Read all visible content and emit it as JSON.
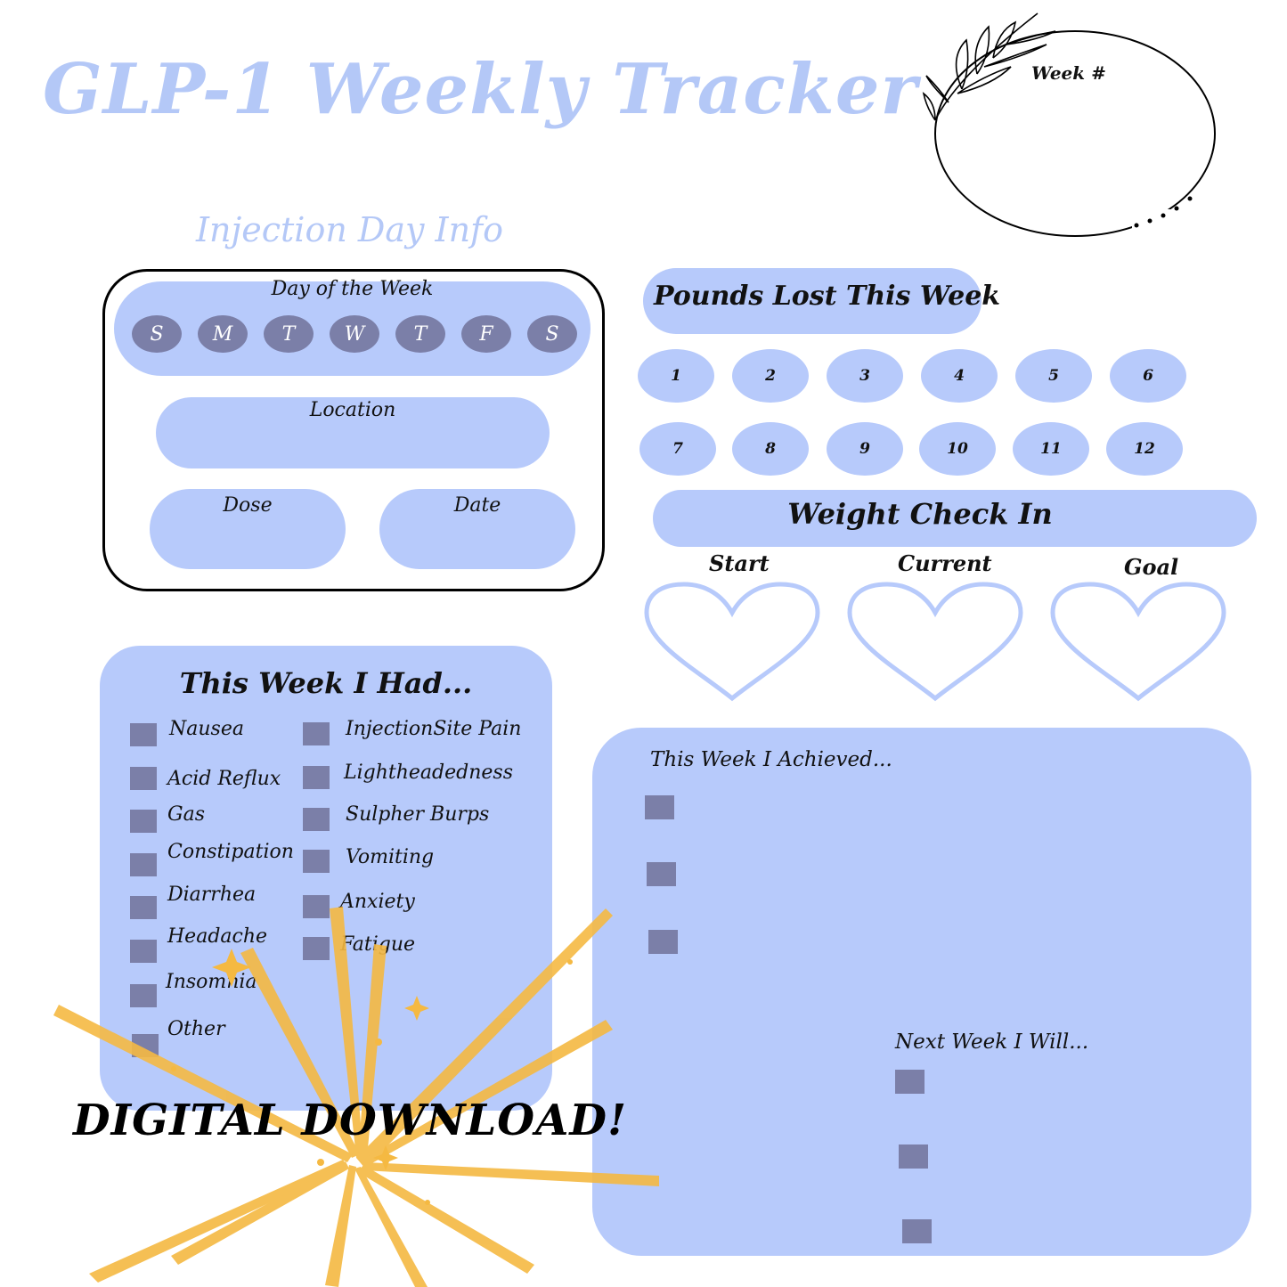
{
  "header": {
    "title": "GLP-1 Weekly Tracker",
    "subtitle": "Injection Day Info",
    "week_label": "Week #"
  },
  "injection": {
    "day_label": "Day of the Week",
    "days": [
      "S",
      "M",
      "T",
      "W",
      "T",
      "F",
      "S"
    ],
    "location_label": "Location",
    "dose_label": "Dose",
    "date_label": "Date"
  },
  "pounds": {
    "label": "Pounds Lost This Week",
    "numbers": [
      "1",
      "2",
      "3",
      "4",
      "5",
      "6",
      "7",
      "8",
      "9",
      "10",
      "11",
      "12"
    ]
  },
  "weight": {
    "label": "Weight Check In",
    "start": "Start",
    "current": "Current",
    "goal": "Goal"
  },
  "symptoms": {
    "title": "This Week I Had...",
    "left": [
      "Nausea",
      "Acid Reflux",
      "Gas",
      "Constipation",
      "Diarrhea",
      "Headache",
      "Insomnia",
      "Other"
    ],
    "right": [
      "InjectionSite Pain",
      "Lightheadedness",
      "Sulpher Burps",
      "Vomiting",
      "Anxiety",
      "Fatigue"
    ]
  },
  "achieved": {
    "title": "This Week I Achieved...",
    "next_title": "Next Week I Will..."
  },
  "promo": "DIGITAL DOWNLOAD!",
  "colors": {
    "accent": "#b7cafb",
    "title": "#b4c8f7",
    "checkbox": "#7b7fa8",
    "burst": "#f5b942"
  }
}
